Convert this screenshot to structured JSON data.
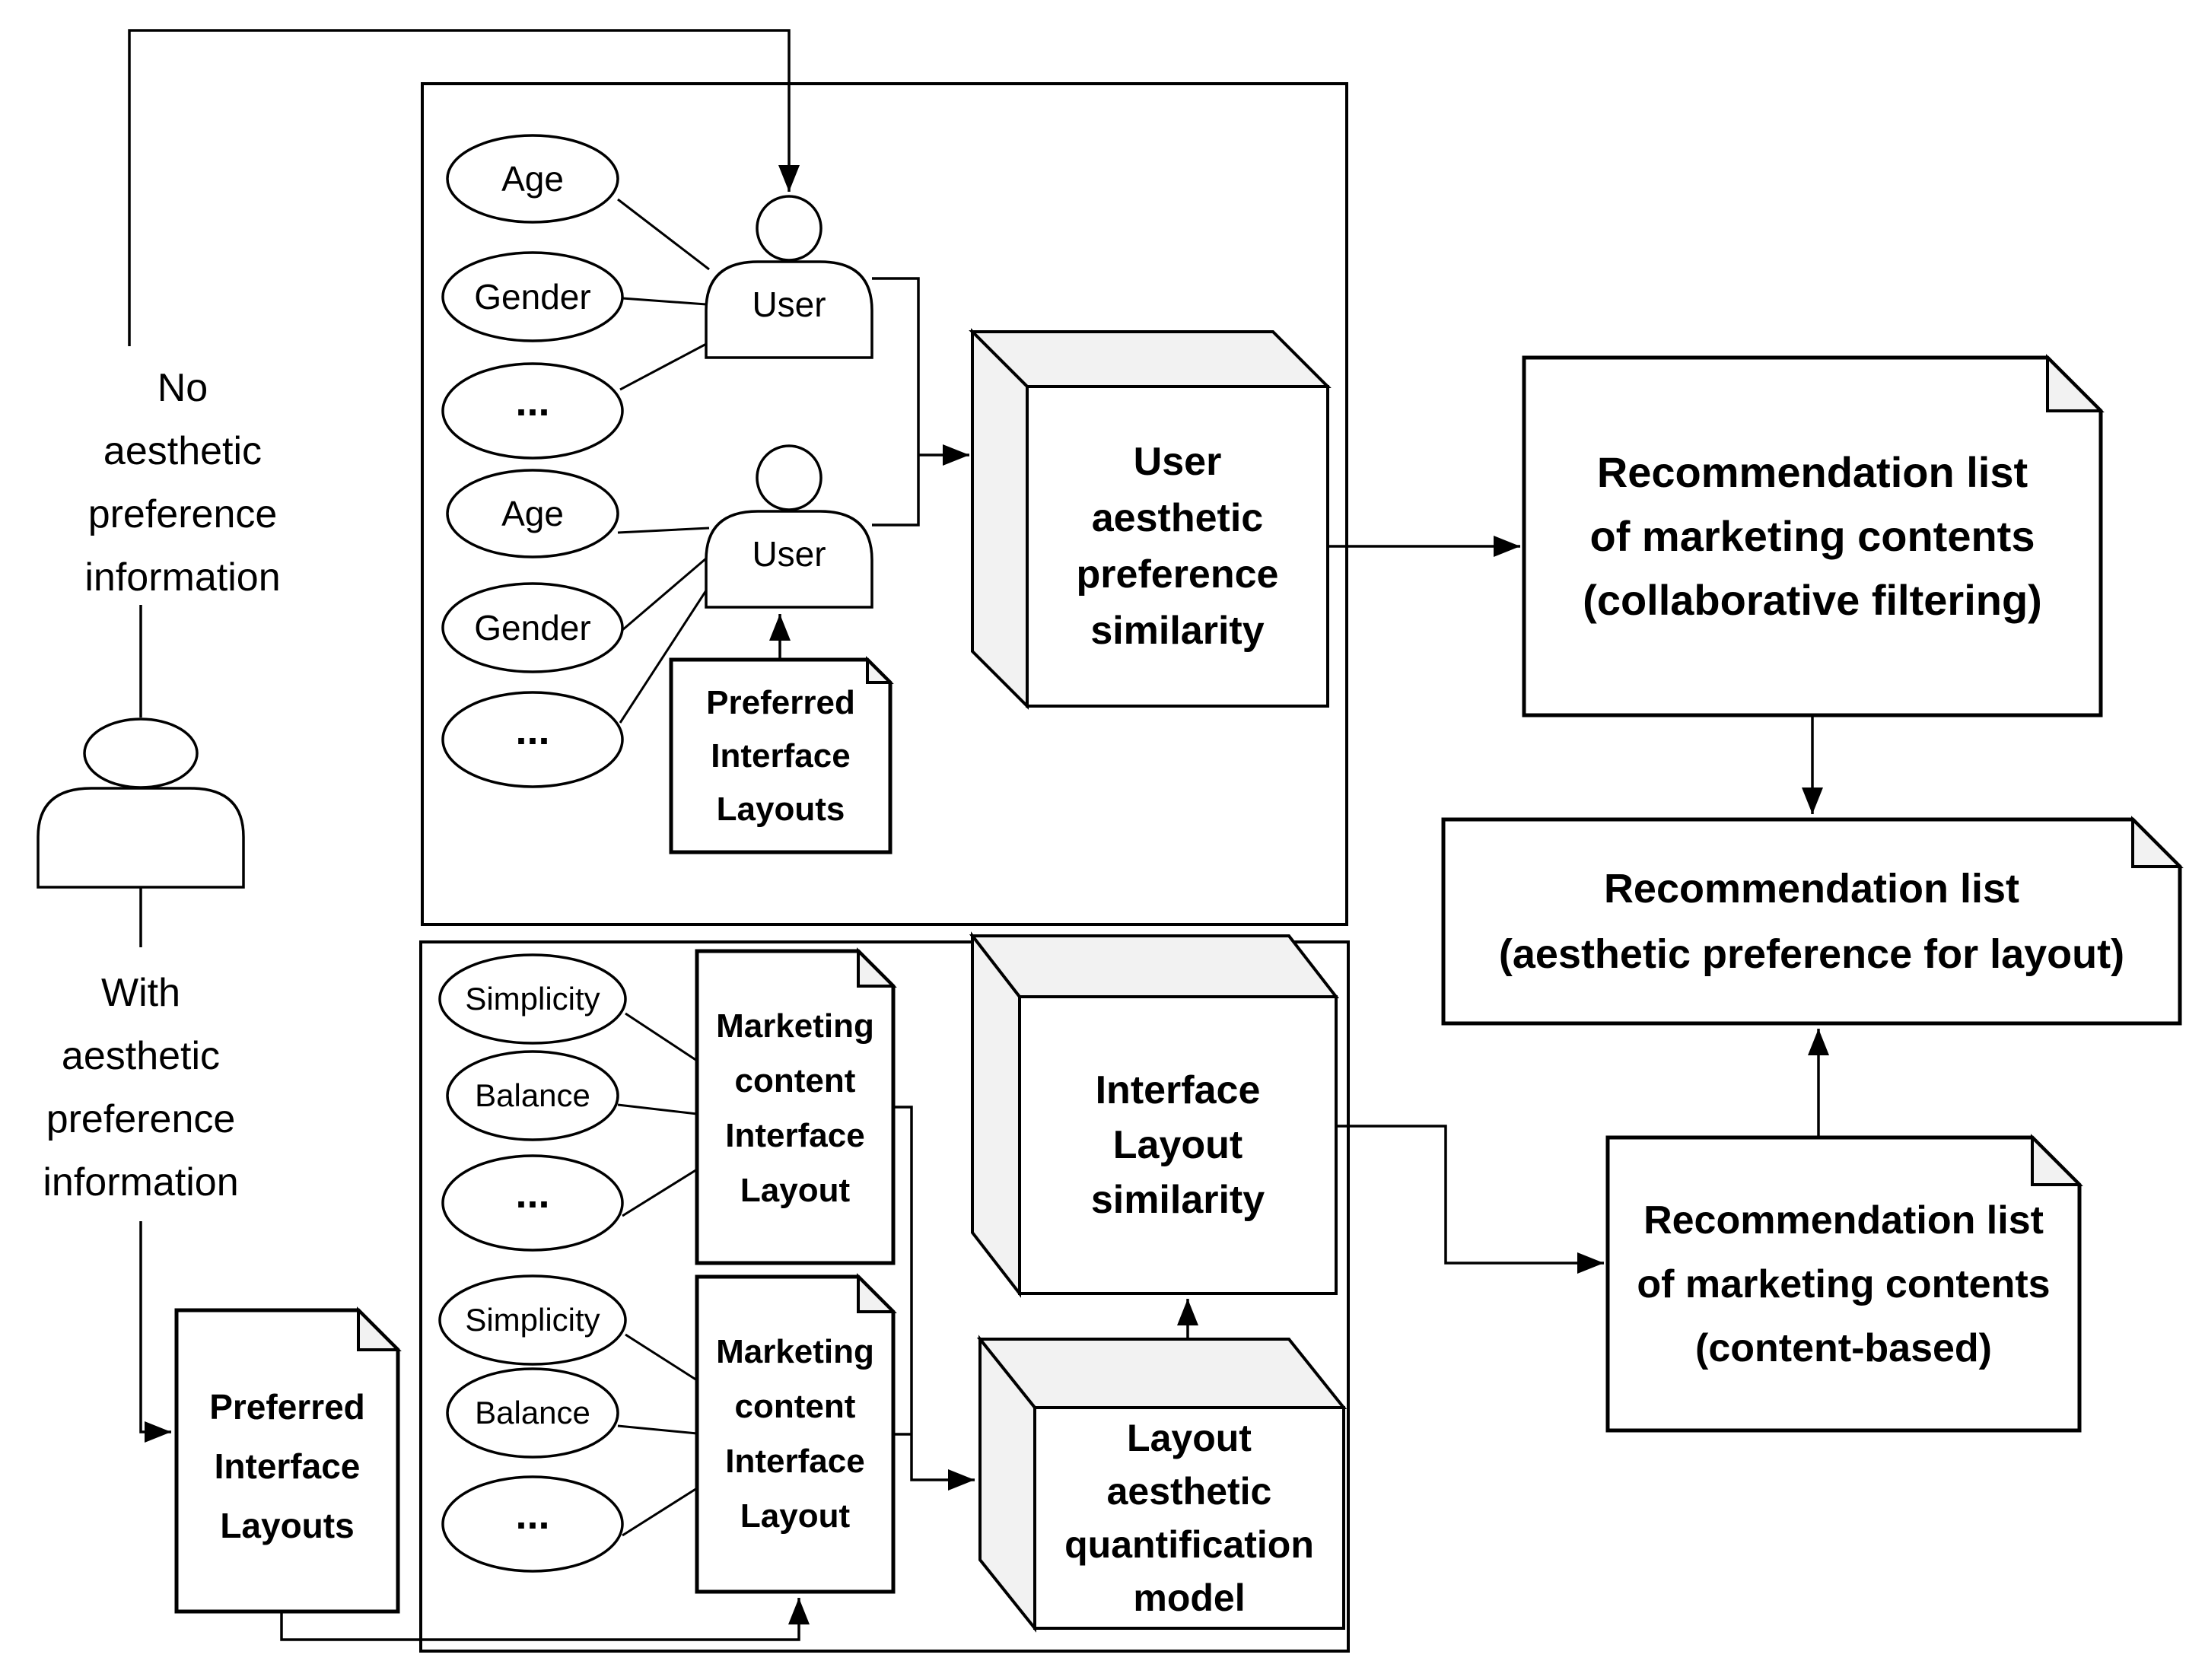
{
  "title": "Aesthetic preference recommendation flow diagram",
  "colors": {
    "stroke": "#000000",
    "fill": "#ffffff",
    "shade": "#f2f2f2"
  },
  "left": {
    "no_pref": "No\naesthetic\npreference\ninformation",
    "with_pref": "With\naesthetic\npreference\ninformation",
    "preferred_doc": "Preferred\nInterface\nLayouts"
  },
  "users_group": {
    "user1": {
      "label": "User",
      "attributes": [
        "Age",
        "Gender",
        "..."
      ]
    },
    "user2": {
      "label": "User",
      "attributes": [
        "Age",
        "Gender",
        "..."
      ]
    },
    "preferred_doc": "Preferred\nInterface\nLayouts",
    "similarity_cube": "User\naesthetic\npreference\nsimilarity"
  },
  "layouts_group": {
    "layout1": {
      "doc": "Marketing\ncontent\nInterface\nLayout",
      "attributes": [
        "Simplicity",
        "Balance",
        "..."
      ]
    },
    "layout2": {
      "doc": "Marketing\ncontent\nInterface\nLayout",
      "attributes": [
        "Simplicity",
        "Balance",
        "..."
      ]
    },
    "similarity_cube": "Interface\nLayout\nsimilarity",
    "quantification_cube": "Layout\naesthetic\nquantification\nmodel"
  },
  "outputs": {
    "collaborative_doc": "Recommendation list\nof marketing contents\n(collaborative filtering)",
    "final_doc": "Recommendation list\n(aesthetic preference for layout)",
    "content_based_doc": "Recommendation list\nof marketing contents\n(content-based)"
  }
}
